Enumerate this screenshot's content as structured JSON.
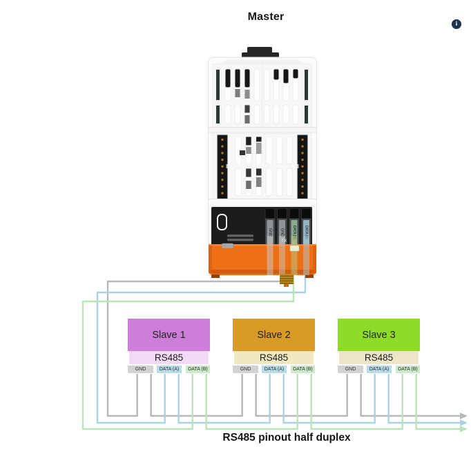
{
  "title": "Master",
  "caption": "RS485 pinout half duplex",
  "info_button": {
    "glyph": "i",
    "color": "#20334e"
  },
  "master_device": {
    "tx_label": "TX",
    "terminals": [
      "GND",
      "GND",
      "DATA (B)",
      "DATA (A)"
    ],
    "body_color": "#fbfbfb",
    "base_color": "#ed6f16",
    "panel_color": "#1c1c1c",
    "antenna_color": "#c08d1d"
  },
  "slaves": [
    {
      "name": "Slave 1",
      "protocol": "RS485",
      "pins": [
        "GND",
        "DATA (A)",
        "DATA (B)"
      ],
      "header_color": "#cc7ed9",
      "band_color": "#f2daf6"
    },
    {
      "name": "Slave 2",
      "protocol": "RS485",
      "pins": [
        "GND",
        "DATA (A)",
        "DATA (B)"
      ],
      "header_color": "#da9a27",
      "band_color": "#f2e8bf"
    },
    {
      "name": "Slave 3",
      "protocol": "RS485",
      "pins": [
        "GND",
        "DATA (A)",
        "DATA (B)"
      ],
      "header_color": "#8edc28",
      "band_color": "#ece6c6"
    }
  ],
  "bus_wires": {
    "gnd": {
      "label": "GND",
      "color": "#b5b9ba"
    },
    "data_a": {
      "label": "DATA (A)",
      "color": "#a9d4e5"
    },
    "data_b": {
      "label": "DATA (B)",
      "color": "#b9e4ba"
    }
  },
  "pin_colors": {
    "gnd": "#d2d2d2",
    "data_a": "#b9dbe7",
    "data_b": "#cde9cb"
  }
}
